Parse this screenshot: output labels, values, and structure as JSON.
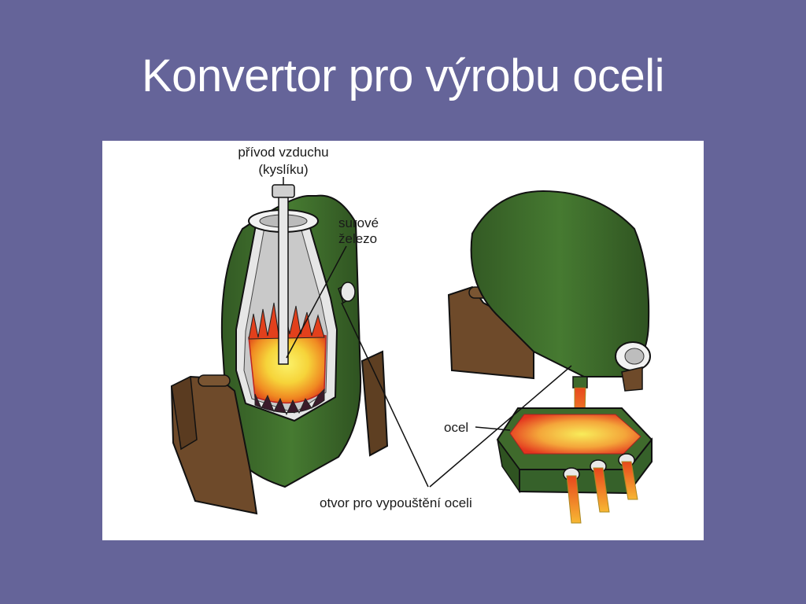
{
  "slide": {
    "title": "Konvertor pro výrobu oceli"
  },
  "figure": {
    "labels": {
      "air_supply_line1": "přívod vzduchu",
      "air_supply_line2": "(kyslíku)",
      "pig_iron_line1": "surové",
      "pig_iron_line2": "železo",
      "steel": "ocel",
      "tap_hole": "otvor pro vypouštění oceli"
    },
    "colors": {
      "background": "#656499",
      "shell_green": "#3f6a2c",
      "stand_brown": "#6e4a2a",
      "molten_yellow": "#f7e43a",
      "molten_red": "#e23c1c",
      "lining_gray": "#d9d9d9"
    }
  }
}
